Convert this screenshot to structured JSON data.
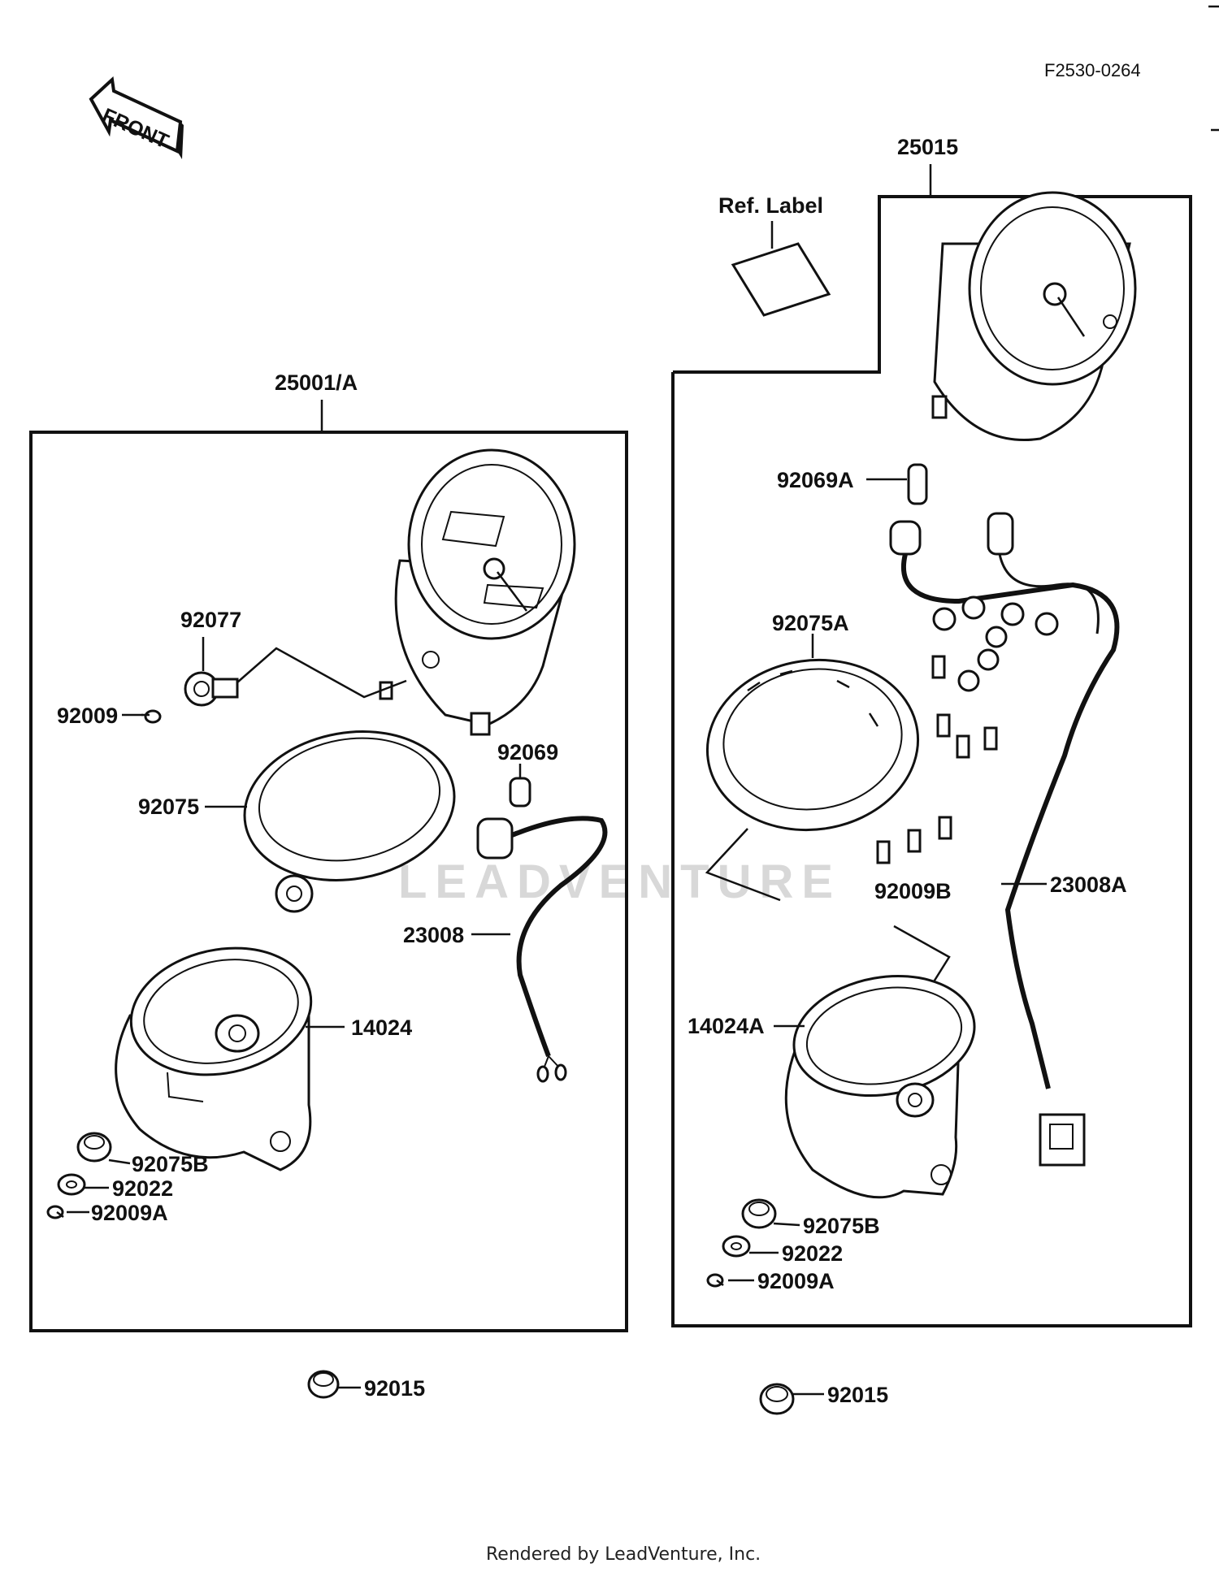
{
  "diagram_id": "F2530-0264",
  "front_label": "FRONT",
  "ref_label": "Ref. Label",
  "watermark": "LEADVENTURE",
  "footer": "Rendered by LeadVenture, Inc.",
  "left_assembly": {
    "number": "25001/A",
    "parts": {
      "p92077": "92077",
      "p92009": "92009",
      "p92069": "92069",
      "p92075": "92075",
      "p23008": "23008",
      "p14024": "14024",
      "p92075B": "92075B",
      "p92022": "92022",
      "p92009A": "92009A"
    },
    "outside": "92015"
  },
  "right_assembly": {
    "number": "25015",
    "parts": {
      "p92069A": "92069A",
      "p92075A": "92075A",
      "p23008A": "23008A",
      "p92009B": "92009B",
      "p14024A": "14024A",
      "p92075B": "92075B",
      "p92022": "92022",
      "p92009A": "92009A"
    },
    "outside": "92015"
  }
}
